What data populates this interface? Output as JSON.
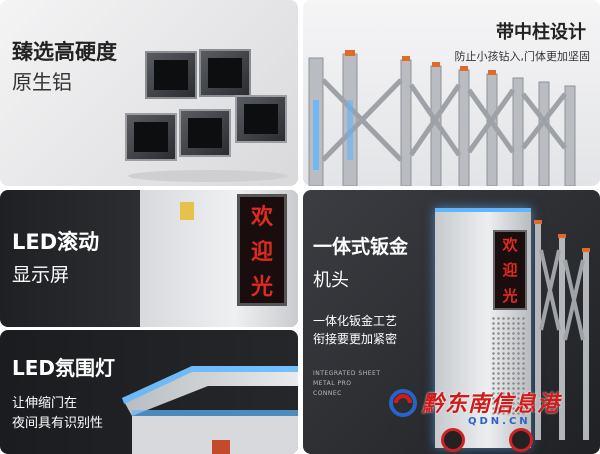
{
  "panels": {
    "aluminum": {
      "title": "臻选高硬度",
      "subtitle": "原生铝"
    },
    "column": {
      "title": "带中柱设计",
      "subtitle": "防止小孩钻入,门体更加坚固"
    },
    "led_scroll": {
      "title": "LED滚动",
      "subtitle": "显示屏",
      "display_text": [
        "欢",
        "迎",
        "光"
      ]
    },
    "sheet_metal": {
      "title": "一体式钣金",
      "subtitle": "机头",
      "desc_line1": "一体化钣金工艺",
      "desc_line2": "衔接要更加紧密",
      "cabinet_text": [
        "欢",
        "迎",
        "光"
      ],
      "caption_line1": "INTEGRATED SHEET",
      "caption_line2": "METAL PRO",
      "caption_line3": "CONNEC"
    },
    "ambient": {
      "title": "LED氛围灯",
      "subtitle_line1": "让伸缩门在",
      "subtitle_line2": "夜间具有识别性"
    }
  },
  "watermark": {
    "text": "黔东南信息港",
    "url": "QDN.CN"
  },
  "colors": {
    "led_red": "#e02a1f",
    "glow_blue": "#5fb6ff",
    "dark_text": "#222222",
    "light_text": "#ffffff",
    "watermark_red": "#d01b1b",
    "watermark_blue": "#2a63c8"
  }
}
